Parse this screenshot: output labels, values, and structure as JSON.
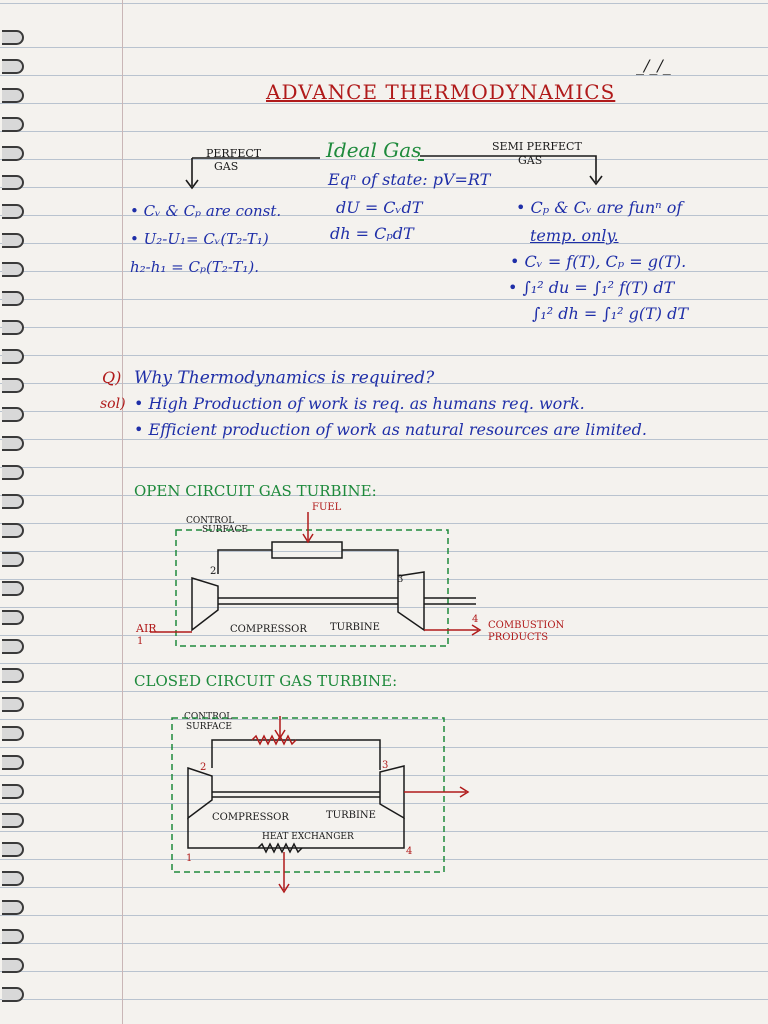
{
  "header": {
    "date": "_/_/_",
    "title": "ADVANCE THERMODYNAMICS"
  },
  "ideal_gas": {
    "heading": "Ideal Gas",
    "perfect_label": [
      "PERFECT",
      "GAS"
    ],
    "semi_perfect_label": [
      "SEMI PERFECT",
      "GAS"
    ],
    "center": [
      "Eqⁿ of state: pV=RT",
      "dU = CᵥdT",
      "dh = CₚdT"
    ],
    "left": [
      "• Cᵥ & Cₚ are const.",
      "• U₂-U₁= Cᵥ(T₂-T₁)",
      "h₂-h₁ = Cₚ(T₂-T₁)."
    ],
    "right": [
      "• Cₚ & Cᵥ are funⁿ of",
      "temp. only.",
      "• Cᵥ = f(T), Cₚ = g(T).",
      "• ∫₁² du = ∫₁² f(T) dT",
      "∫₁² dh = ∫₁² g(T) dT"
    ]
  },
  "qa": {
    "q_label": "Q)",
    "question": "Why Thermodynamics is required?",
    "sol_label": "sol)",
    "answers": [
      "• High Production of work is req. as humans req. work.",
      "• Efficient production of work as natural resources are limited."
    ]
  },
  "open_cycle": {
    "heading": "OPEN CIRCUIT GAS TURBINE:",
    "control_surface": [
      "CONTROL",
      "SURFACE"
    ],
    "fuel": "FUEL",
    "air": "AIR",
    "compressor": "COMPRESSOR",
    "turbine": "TURBINE",
    "combustion": [
      "COMBUSTION",
      "PRODUCTS"
    ],
    "states": [
      "1",
      "2",
      "3",
      "4"
    ]
  },
  "closed_cycle": {
    "heading": "CLOSED CIRCUIT GAS TURBINE:",
    "control_surface": [
      "CONTROL",
      "SURFACE"
    ],
    "compressor": "COMPRESSOR",
    "turbine": "TURBINE",
    "heat_exchanger": "HEAT EXCHANGER",
    "states": [
      "1",
      "2",
      "3",
      "4"
    ]
  },
  "colors": {
    "ink_blue": "#1f2fa8",
    "ink_red": "#b01a1a",
    "ink_green": "#1e8a3c",
    "ruling": "#b9c3cf"
  }
}
